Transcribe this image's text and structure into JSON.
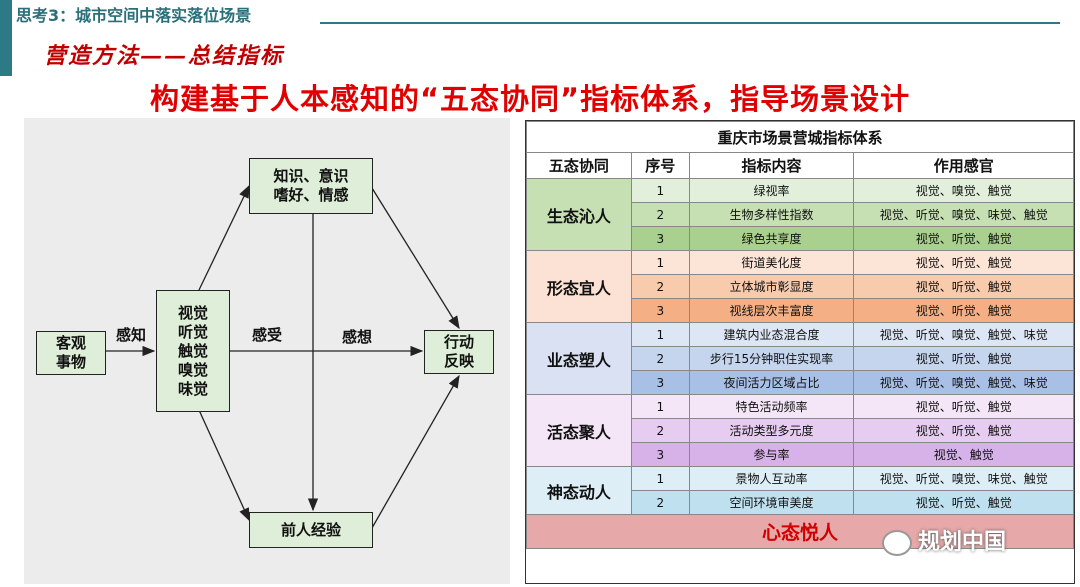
{
  "header": {
    "title": "思考3：城市空间中落实落位场景"
  },
  "method_title": "营造方法——总结指标",
  "headline": "构建基于人本感知的“五态协同”指标体系，指导场景设计",
  "diagram": {
    "node_objects": "客观\n事物",
    "node_senses": "视觉\n听觉\n触觉\n嗅觉\n味觉",
    "node_knowledge": "知识、意识\n嗜好、情感",
    "node_action": "行动\n反映",
    "node_experience": "前人经验",
    "label_perceive": "感知",
    "label_feel": "感受",
    "label_think": "感想"
  },
  "table": {
    "title": "重庆市场景营城指标体系",
    "headers": [
      "五态协同",
      "序号",
      "指标内容",
      "作用感官"
    ],
    "groups": [
      {
        "name": "生态沁人",
        "color": "#c6e0b4",
        "rows": [
          {
            "no": "1",
            "item": "绿视率",
            "senses": "视觉、嗅觉、触觉",
            "color": "#e2efda"
          },
          {
            "no": "2",
            "item": "生物多样性指数",
            "senses": "视觉、听觉、嗅觉、味觉、触觉",
            "color": "#c6e0b4"
          },
          {
            "no": "3",
            "item": "绿色共享度",
            "senses": "视觉、听觉、触觉",
            "color": "#a9d08e"
          }
        ]
      },
      {
        "name": "形态宜人",
        "color": "#fbe2d5",
        "rows": [
          {
            "no": "1",
            "item": "街道美化度",
            "senses": "视觉、听觉、触觉",
            "color": "#fce4d6"
          },
          {
            "no": "2",
            "item": "立体城市彰显度",
            "senses": "视觉、听觉、触觉",
            "color": "#f8cbad"
          },
          {
            "no": "3",
            "item": "视线层次丰富度",
            "senses": "视觉、听觉、触觉",
            "color": "#f4b084"
          }
        ]
      },
      {
        "name": "业态塑人",
        "color": "#d9e1f2",
        "rows": [
          {
            "no": "1",
            "item": "建筑内业态混合度",
            "senses": "视觉、听觉、嗅觉、触觉、味觉",
            "color": "#dde6f4"
          },
          {
            "no": "2",
            "item": "步行15分钟职住实现率",
            "senses": "视觉、听觉、触觉",
            "color": "#c5d5ee"
          },
          {
            "no": "3",
            "item": "夜间活力区域占比",
            "senses": "视觉、听觉、嗅觉、触觉、味觉",
            "color": "#a8c0e6"
          }
        ]
      },
      {
        "name": "活态聚人",
        "color": "#f4e6f7",
        "rows": [
          {
            "no": "1",
            "item": "特色活动频率",
            "senses": "视觉、听觉、触觉",
            "color": "#f4e6f7"
          },
          {
            "no": "2",
            "item": "活动类型多元度",
            "senses": "视觉、听觉、触觉",
            "color": "#e6ccf0"
          },
          {
            "no": "3",
            "item": "参与率",
            "senses": "视觉、触觉",
            "color": "#d7b2e8"
          }
        ]
      },
      {
        "name": "神态动人",
        "color": "#ddeef6",
        "rows": [
          {
            "no": "1",
            "item": "景物人互动率",
            "senses": "视觉、听觉、嗅觉、味觉、触觉",
            "color": "#ddeef6"
          },
          {
            "no": "2",
            "item": "空间环境审美度",
            "senses": "视觉、听觉、触觉",
            "color": "#bfe0ee"
          }
        ]
      }
    ],
    "footer": "心态悦人"
  },
  "watermark": "规划中国"
}
